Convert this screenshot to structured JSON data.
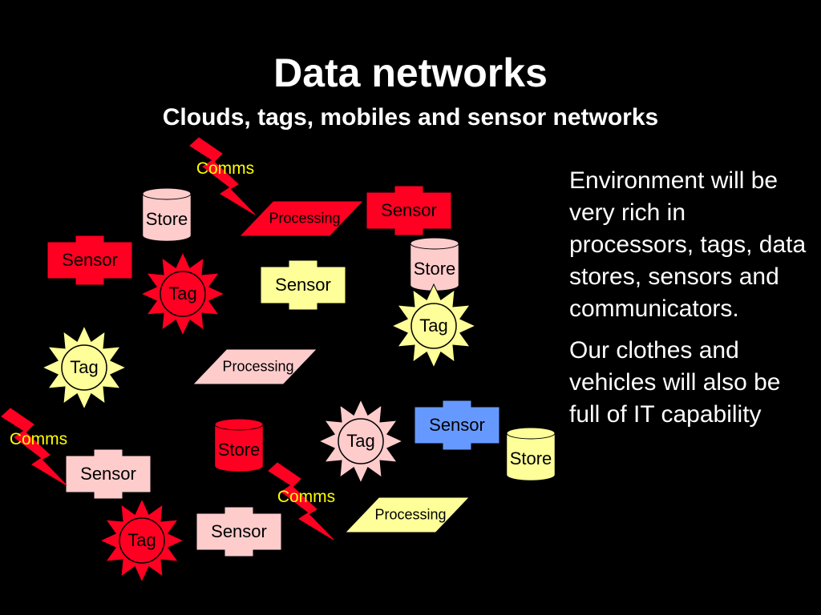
{
  "slide": {
    "title": "Data networks",
    "subtitle": "Clouds, tags, mobiles and sensor networks",
    "paragraph1": "Environment will be very rich in processors, tags, data stores, sensors and communicators.",
    "paragraph2": "Our clothes and vehicles will also be full of IT capability"
  },
  "diagram": {
    "sensor_label": "Sensor",
    "store_label": "Store",
    "tag_label": "Tag",
    "processing_label": "Processing",
    "comms_label": "Comms",
    "colors": {
      "red": "#ff0022",
      "pink": "#ffcccc",
      "yellow": "#ffff99",
      "blue": "#6699ff",
      "comms_text": "#ffff00"
    }
  }
}
